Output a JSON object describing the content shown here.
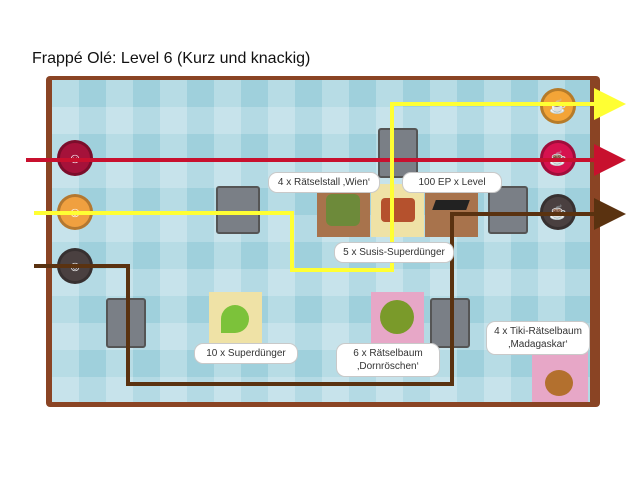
{
  "title": "Frappé Olé: Level 6 (Kurz und knackig)",
  "labels": {
    "raetselstall": "4 x Rätselstall ‚Wien‘",
    "ep": "100 EP x Level",
    "superduenger_susis": "5 x Susis-Superdünger",
    "superduenger": "10 x Superdünger",
    "raetselbaum": "6 x Rätselbaum ‚Dornröschen‘",
    "tiki": "4 x Tiki-Rätselbaum ‚Madagaskar‘"
  },
  "colors": {
    "red_route": "#c8102e",
    "yellow_route": "#ffff33",
    "brown_route": "#5a3210",
    "board": "#9fd0dc",
    "frame": "#8a4424"
  },
  "icons": [
    "coffee-cup-icon",
    "cow-token-icon",
    "conveyor-machine-icon",
    "fertilizer-drops-icon",
    "graduation-hat-icon",
    "tree-icon",
    "stall-icon"
  ]
}
